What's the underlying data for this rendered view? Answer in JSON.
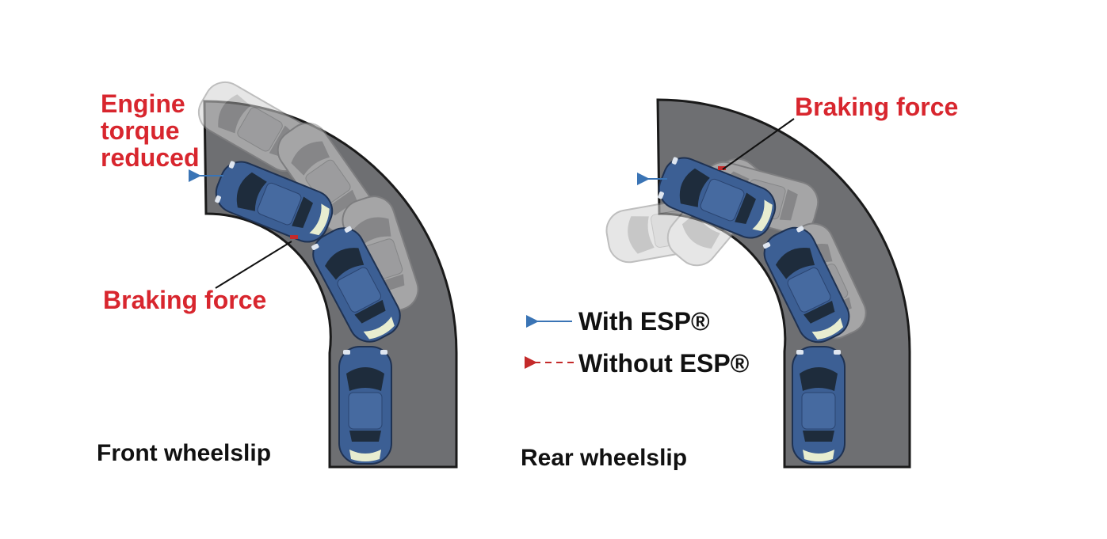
{
  "panels": {
    "front": {
      "caption": "Front wheelslip",
      "engine_label": [
        "Engine",
        "torque",
        "reduced"
      ],
      "braking_label": "Braking force"
    },
    "rear": {
      "caption": "Rear wheelslip",
      "braking_label": "Braking force"
    }
  },
  "legend": {
    "with_esp": "With ESP®",
    "without_esp": "Without ESP®"
  },
  "colors": {
    "road": "#6e6f72",
    "road_edge": "#1a1a1a",
    "car_blue": "#3c5f94",
    "car_ghost": "#c8c8c8",
    "label_red": "#d8262e",
    "arrow_blue": "#3a74b5",
    "arrow_red": "#c42a2a"
  }
}
